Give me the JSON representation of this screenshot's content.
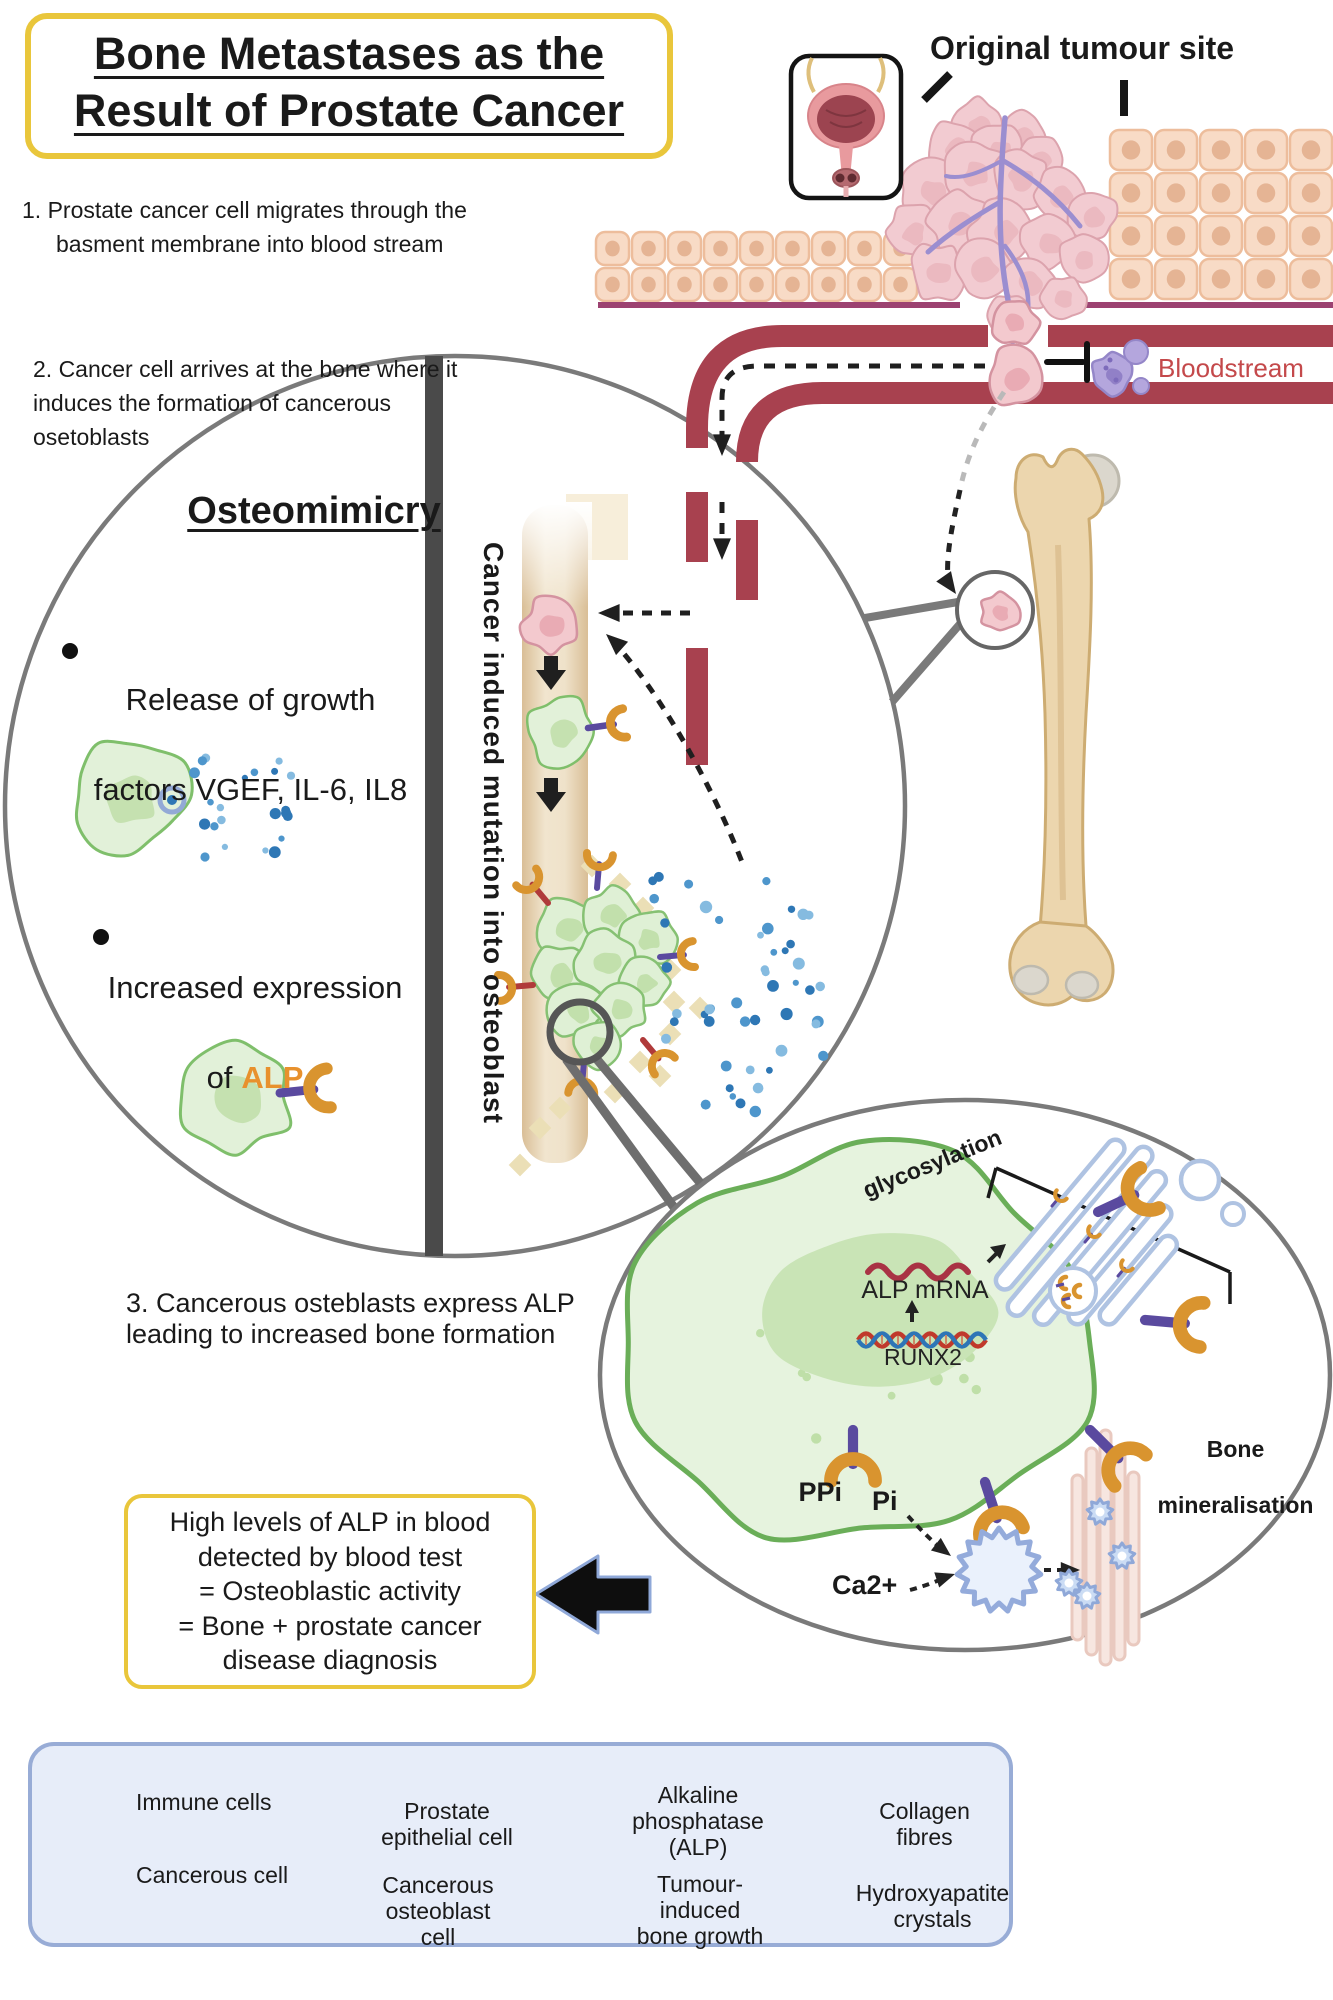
{
  "title": {
    "line1": "Bone Metastases as the ",
    "line2": "Result of Prostate Cancer"
  },
  "labels": {
    "original_tumour_site": "Original tumour site",
    "bloodstream": "Bloodstream",
    "vertical_label": "Cancer induced mutation into osteoblast"
  },
  "steps": {
    "step1": "1.  Prostate cancer cell migrates through the basment membrane into blood stream",
    "step2": "2. Cancer cell arrives at the bone where it induces the formation of cancerous osetoblasts",
    "step3": "3. Cancerous osteblasts express ALP leading to increased bone formation"
  },
  "osteomimicry": {
    "heading": "Osteomimicry",
    "bullet1_line1": "Release of growth",
    "bullet1_line2": "factors VGEF, IL-6, IL8",
    "bullet2_line1": "Increased expression",
    "bullet2_of": "of",
    "bullet2_alp": "ALP"
  },
  "detail": {
    "glycosylation": "glycosylation",
    "alp_mrna": "ALP mRNA",
    "runx2": "RUNX2",
    "ppi": "PPi",
    "pi": "Pi",
    "ca": "Ca2+",
    "bone_min_line1": "Bone",
    "bone_min_line2": "mineralisation"
  },
  "result_box": {
    "lines": [
      "High levels of ALP in blood",
      "detected by blood test",
      "= Osteoblastic activity",
      "=  Bone + prostate cancer",
      "disease diagnosis"
    ]
  },
  "legend": {
    "items": [
      {
        "name": "immune-cells",
        "lines": [
          "Immune cells"
        ]
      },
      {
        "name": "prostate-epithelial-cell",
        "lines": [
          "Prostate",
          "epithelial cell"
        ]
      },
      {
        "name": "alkaline-phosphatase-alp",
        "lines": [
          "Alkaline",
          "phosphatase",
          "(ALP)"
        ]
      },
      {
        "name": "collagen-fibres",
        "lines": [
          "Collagen",
          "fibres"
        ]
      },
      {
        "name": "cancerous-cell",
        "lines": [
          "Cancerous cell"
        ]
      },
      {
        "name": "cancerous-osteoblast-cell",
        "lines": [
          "Cancerous",
          "osteoblast",
          "cell"
        ]
      },
      {
        "name": "tumour-induced-bone-growth",
        "lines": [
          "Tumour-",
          "induced",
          "bone growth"
        ]
      },
      {
        "name": "hydroxyapatite-crystals",
        "lines": [
          "Hydroxyapatite",
          "crystals"
        ]
      }
    ]
  },
  "colors": {
    "accent_yellow": "#E9C63B",
    "bloodstream_red": "#C4494B",
    "vessel_crimson": "#A8414F",
    "membrane_purple": "#9C4271",
    "alp_orange": "#E8912D",
    "legend_bg": "#E7EDF9",
    "legend_border": "#98ACD6",
    "circle_gray": "#7A7A7A"
  }
}
